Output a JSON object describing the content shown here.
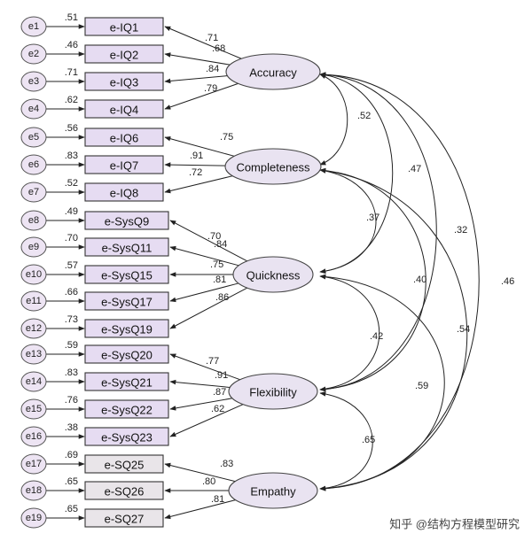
{
  "errors": [
    "e1",
    "e2",
    "e3",
    "e4",
    "e5",
    "e6",
    "e7",
    "e8",
    "e9",
    "e10",
    "e11",
    "e12",
    "e13",
    "e14",
    "e15",
    "e16",
    "e17",
    "e18",
    "e19"
  ],
  "indicators": [
    "e-IQ1",
    "e-IQ2",
    "e-IQ3",
    "e-IQ4",
    "e-IQ6",
    "e-IQ7",
    "e-IQ8",
    "e-SysQ9",
    "e-SysQ11",
    "e-SysQ15",
    "e-SysQ17",
    "e-SysQ19",
    "e-SysQ20",
    "e-SysQ21",
    "e-SysQ22",
    "e-SysQ23",
    "e-SQ25",
    "e-SQ26",
    "e-SQ27"
  ],
  "r_squared": [
    ".51",
    ".46",
    ".71",
    ".62",
    ".56",
    ".83",
    ".52",
    ".49",
    ".70",
    ".57",
    ".66",
    ".73",
    ".59",
    ".83",
    ".76",
    ".38",
    ".69",
    ".65",
    ".65"
  ],
  "latents": [
    "Accuracy",
    "Completeness",
    "Quickness",
    "Flexibility",
    "Empathy"
  ],
  "loadings": [
    ".71",
    ".68",
    ".84",
    ".79",
    ".75",
    ".91",
    ".72",
    ".70",
    ".84",
    ".75",
    ".81",
    ".86",
    ".77",
    ".91",
    ".87",
    ".62",
    ".83",
    ".80",
    ".81"
  ],
  "correlations": [
    {
      "from": "Accuracy",
      "to": "Completeness",
      "value": ".52"
    },
    {
      "from": "Accuracy",
      "to": "Quickness",
      "value": ".47"
    },
    {
      "from": "Accuracy",
      "to": "Flexibility",
      "value": ".32"
    },
    {
      "from": "Accuracy",
      "to": "Empathy",
      "value": ".46"
    },
    {
      "from": "Completeness",
      "to": "Quickness",
      "value": ".37"
    },
    {
      "from": "Completeness",
      "to": "Flexibility",
      "value": ".40"
    },
    {
      "from": "Completeness",
      "to": "Empathy",
      "value": ".54"
    },
    {
      "from": "Quickness",
      "to": "Flexibility",
      "value": ".42"
    },
    {
      "from": "Quickness",
      "to": "Empathy",
      "value": ".59"
    },
    {
      "from": "Flexibility",
      "to": "Empathy",
      "value": ".65"
    }
  ],
  "watermark": "知乎 @结构方程模型研究"
}
